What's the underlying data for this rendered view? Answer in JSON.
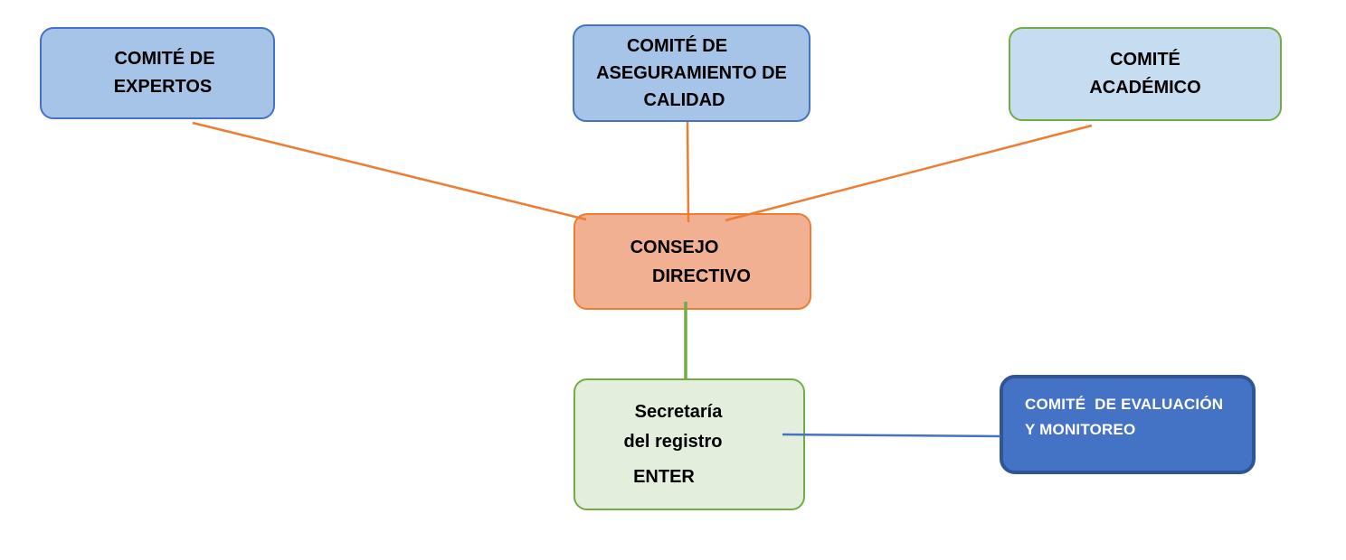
{
  "nodes": {
    "expertos": {
      "lines": [
        "COMITÉ DE",
        "EXPERTOS"
      ]
    },
    "aseguramiento": {
      "lines": [
        "COMITÉ DE",
        "ASEGURAMIENTO DE",
        "CALIDAD"
      ]
    },
    "academico": {
      "lines": [
        "COMITÉ",
        "ACADÉMICO"
      ]
    },
    "consejo": {
      "lines": [
        "CONSEJO",
        "DIRECTIVO"
      ]
    },
    "secretaria": {
      "lines": [
        "Secretaría",
        "del registro",
        "ENTER"
      ]
    },
    "evaluacion": {
      "lines": [
        "COMITÉ  DE EVALUACIÓN",
        "Y MONITOREO"
      ]
    }
  },
  "edges": [
    {
      "from": "comite-de-expertos",
      "to": "consejo-directivo",
      "color": "#ED7D31"
    },
    {
      "from": "comite-aseguramiento-calidad",
      "to": "consejo-directivo",
      "color": "#ED7D31"
    },
    {
      "from": "comite-academico",
      "to": "consejo-directivo",
      "color": "#ED7D31"
    },
    {
      "from": "consejo-directivo",
      "to": "secretaria-del-registro-enter",
      "color": "#70AD47"
    },
    {
      "from": "secretaria-del-registro-enter",
      "to": "comite-evaluacion-monitoreo",
      "color": "#4472C4"
    }
  ],
  "colors": {
    "blue_fill": "#A6C4E7",
    "blue_border": "#4472C4",
    "light_blue_fill": "#C6DCF1",
    "green_border": "#70AD47",
    "orange_fill": "#F2B093",
    "orange_border": "#ED7D31",
    "light_green_fill": "#E3EFDC",
    "dark_blue_fill": "#4472C4",
    "dark_blue_border": "#2F5597",
    "connector_orange": "#ED7D31",
    "connector_green": "#70AD47",
    "connector_blue": "#4472C4"
  }
}
